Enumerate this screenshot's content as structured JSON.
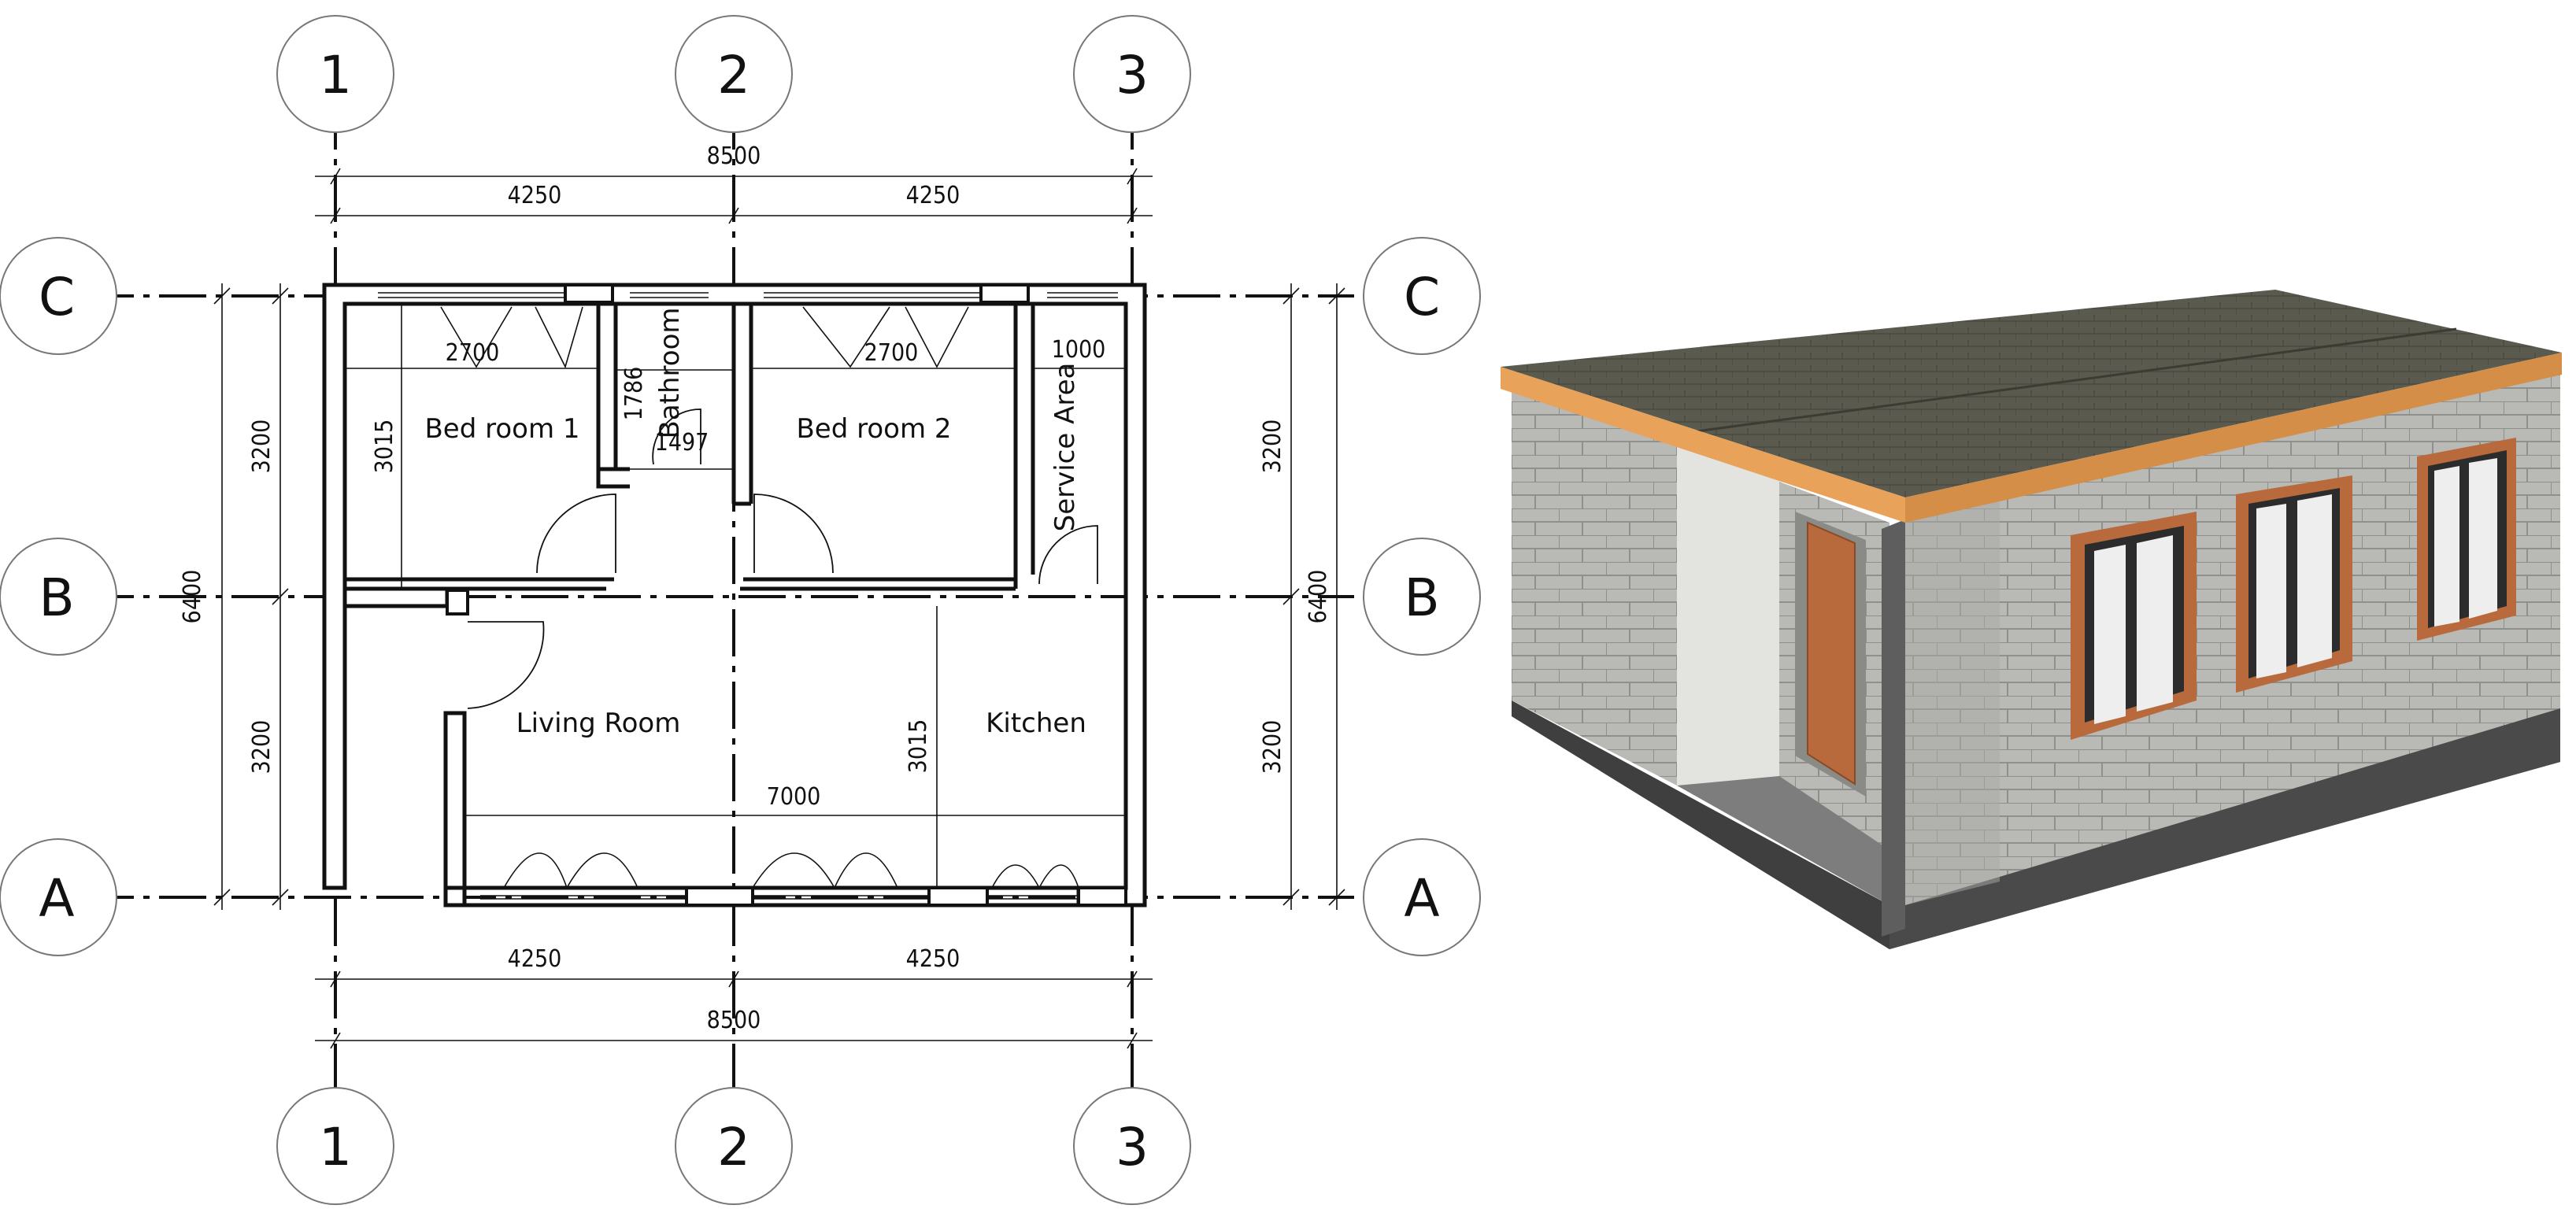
{
  "plan": {
    "grid_labels": {
      "col1": "1",
      "col2": "2",
      "col3": "3",
      "rowA": "A",
      "rowB": "B",
      "rowC": "C"
    },
    "dimensions": {
      "total_width": "8500",
      "bay_width": "4250",
      "total_depth": "6400",
      "bay_depth": "3200",
      "bedroom_width": "2700",
      "service_width": "1000",
      "bedroom_depth": "3015",
      "bathroom_depth": "1786",
      "bathroom_width": "1497",
      "kitchen_depth": "3015",
      "front_span": "7000"
    },
    "rooms": {
      "bedroom1": "Bed room 1",
      "bedroom2": "Bed room 2",
      "bathroom": "Bathroom",
      "service": "Service Area",
      "living": "Living Room",
      "kitchen": "Kitchen"
    }
  },
  "render": {
    "colors": {
      "roof": "#5b5b50",
      "fascia": "#e8a25a",
      "block_wall": "#b8b8b4",
      "door": "#b86a3c",
      "floor": "#7d7d7d"
    }
  }
}
